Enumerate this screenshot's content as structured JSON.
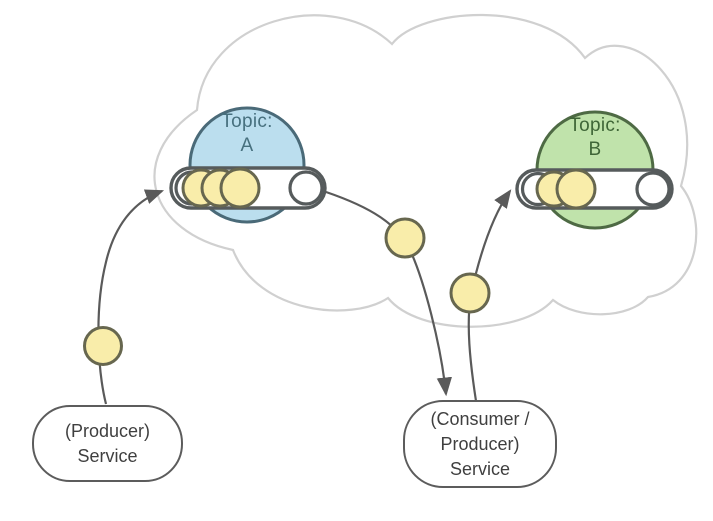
{
  "topics": [
    {
      "label": "Topic:\nA",
      "messages_in_pipe": 3
    },
    {
      "label": "Topic:\nB",
      "messages_in_pipe": 2
    }
  ],
  "services": [
    {
      "label": "(Producer)\nService"
    },
    {
      "label": "(Consumer /\nProducer)\nService"
    }
  ],
  "messages_in_transit": 3,
  "colors": {
    "topic_a_fill": "#bbdeee",
    "topic_a_stroke": "#4a6a78",
    "topic_a_text": "#47707e",
    "topic_b_fill": "#c0e3ab",
    "topic_b_stroke": "#4e6a44",
    "topic_b_text": "#3f6637",
    "message_fill": "#f9edaa",
    "message_stroke": "#67674f",
    "pipe_fill": "#ffffff",
    "pipe_stroke": "#565b5c",
    "cloud_stroke": "#d0d0d0",
    "arrow_color": "#5a5a5a",
    "service_box_stroke": "#5c5c5c",
    "service_text": "#3f3f3f"
  }
}
